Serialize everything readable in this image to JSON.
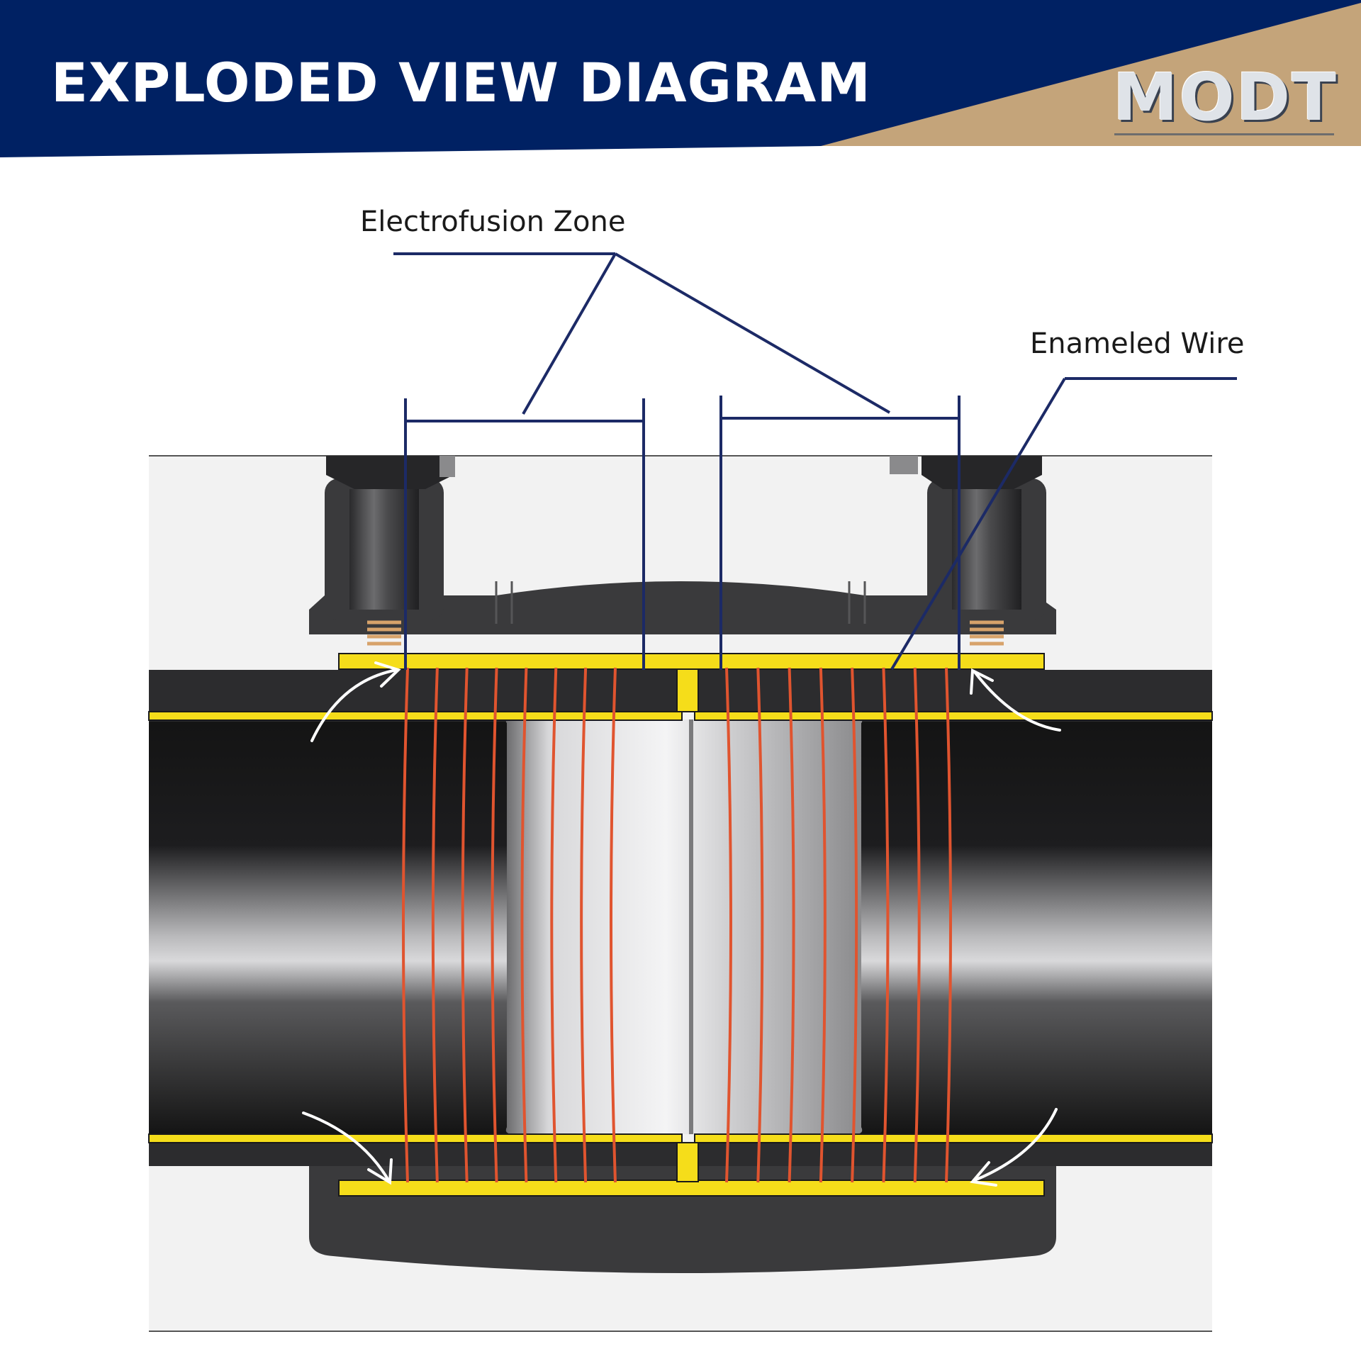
{
  "header": {
    "title": "EXPLODED VIEW DIAGRAM",
    "logo_text": "MODT",
    "colors": {
      "banner": "#002163",
      "accent": "#c4a47a"
    }
  },
  "diagram": {
    "labels": {
      "electrofusion_zone": "Electrofusion Zone",
      "enameled_wire": "Enameled Wire"
    },
    "colors": {
      "pipe": "#2c2c2e",
      "fitting": "#3a3a3c",
      "fusion_strip": "#f5dd1a",
      "wire": "#e0542f",
      "leader_line": "#1c2a66"
    },
    "wire_turns_per_side": 8
  }
}
